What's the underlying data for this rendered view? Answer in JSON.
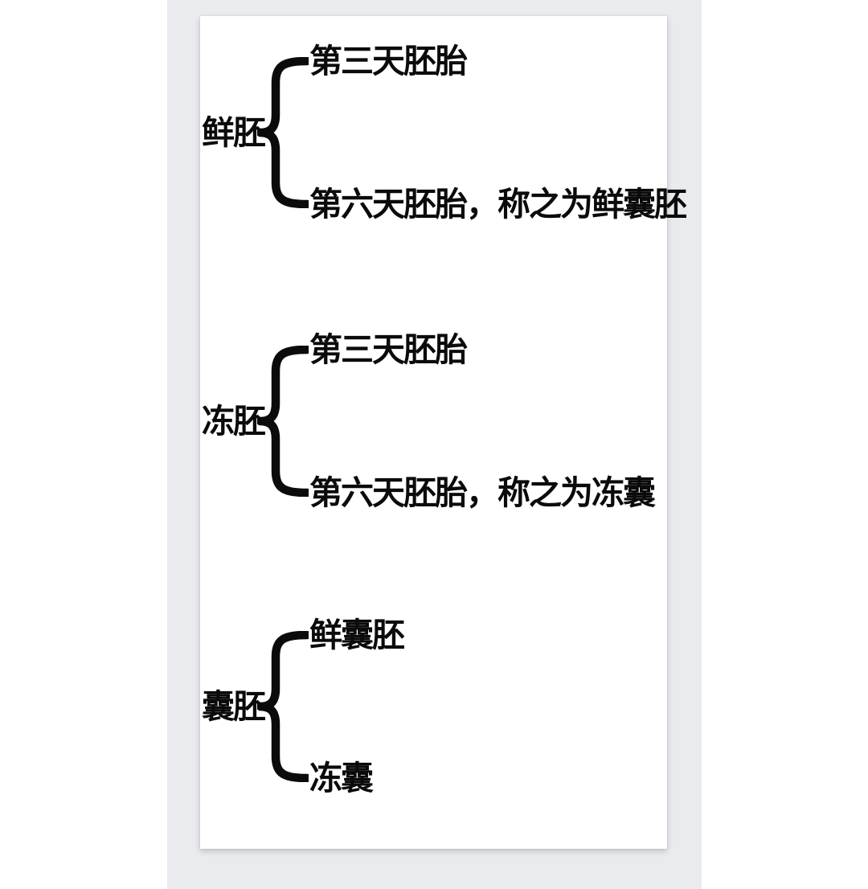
{
  "diagram": {
    "title_hint": "embryo-classification-brace-map",
    "groups": [
      {
        "label": "鲜胚",
        "children": [
          "第三天胚胎",
          "第六天胚胎，称之为鲜囊胚"
        ]
      },
      {
        "label": "冻胚",
        "children": [
          "第三天胚胎",
          "第六天胚胎，称之为冻囊"
        ]
      },
      {
        "label": "囊胚",
        "children": [
          "鲜囊胚",
          "冻囊"
        ]
      }
    ]
  },
  "colors": {
    "page_background": "#ffffff",
    "frame_gray": "#e9ebee",
    "panel_white": "#ffffff",
    "ink_black": "#0b0b0b"
  }
}
